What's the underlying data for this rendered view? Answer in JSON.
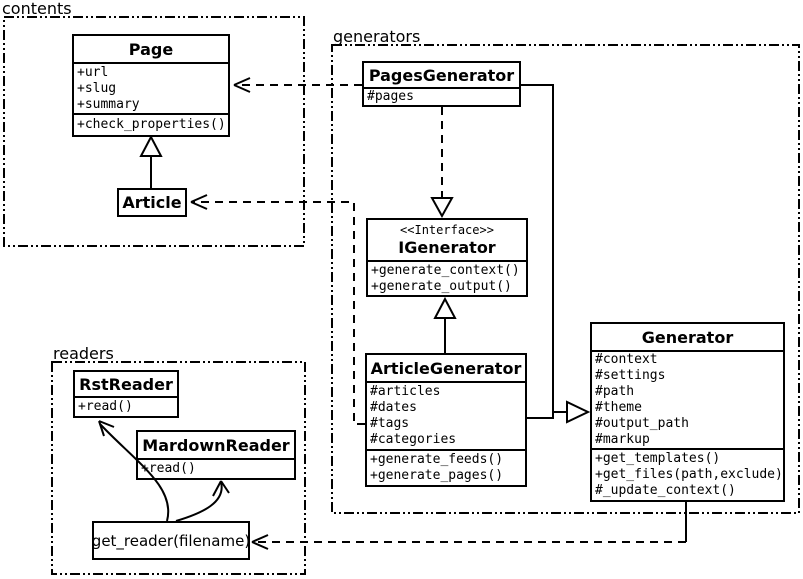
{
  "packages": {
    "contents": {
      "label": "contents"
    },
    "generators": {
      "label": "generators"
    },
    "readers": {
      "label": "readers"
    }
  },
  "classes": {
    "page": {
      "name": "Page",
      "attrs": [
        "+url",
        "+slug",
        "+summary"
      ],
      "methods": [
        "+check_properties()"
      ]
    },
    "article": {
      "name": "Article"
    },
    "pages_generator": {
      "name": "PagesGenerator",
      "attrs": [
        "#pages"
      ]
    },
    "igenerator": {
      "stereotype": "<<Interface>>",
      "name": "IGenerator",
      "methods": [
        "+generate_context()",
        "+generate_output()"
      ]
    },
    "article_generator": {
      "name": "ArticleGenerator",
      "attrs": [
        "#articles",
        "#dates",
        "#tags",
        "#categories"
      ],
      "methods": [
        "+generate_feeds()",
        "+generate_pages()"
      ]
    },
    "generator": {
      "name": "Generator",
      "attrs": [
        "#context",
        "#settings",
        "#path",
        "#theme",
        "#output_path",
        "#markup"
      ],
      "methods": [
        "+get_templates()",
        "+get_files(path,exclude)",
        "#_update_context()"
      ]
    },
    "rst_reader": {
      "name": "RstReader",
      "methods": [
        "+read()"
      ]
    },
    "mardown_reader": {
      "name": "MardownReader",
      "methods": [
        "+read()"
      ]
    },
    "get_reader": {
      "name": "get_reader(filename)"
    }
  },
  "relationships": [
    {
      "type": "generalization",
      "from": "Article",
      "to": "Page"
    },
    {
      "type": "dependency",
      "from": "PagesGenerator",
      "to": "Page"
    },
    {
      "type": "dependency",
      "from": "ArticleGenerator",
      "to": "Article"
    },
    {
      "type": "realization",
      "from": "PagesGenerator",
      "to": "IGenerator"
    },
    {
      "type": "generalization",
      "from": "ArticleGenerator",
      "to": "IGenerator"
    },
    {
      "type": "generalization",
      "from": "PagesGenerator",
      "to": "Generator"
    },
    {
      "type": "generalization",
      "from": "ArticleGenerator",
      "to": "Generator"
    },
    {
      "type": "dependency",
      "from": "Generator",
      "to": "get_reader(filename)"
    },
    {
      "type": "call",
      "from": "get_reader(filename)",
      "to": "RstReader"
    },
    {
      "type": "call",
      "from": "get_reader(filename)",
      "to": "MardownReader"
    }
  ],
  "colors": {
    "line": "#000000",
    "background": "#ffffff",
    "box_fill": "#ffffff"
  }
}
